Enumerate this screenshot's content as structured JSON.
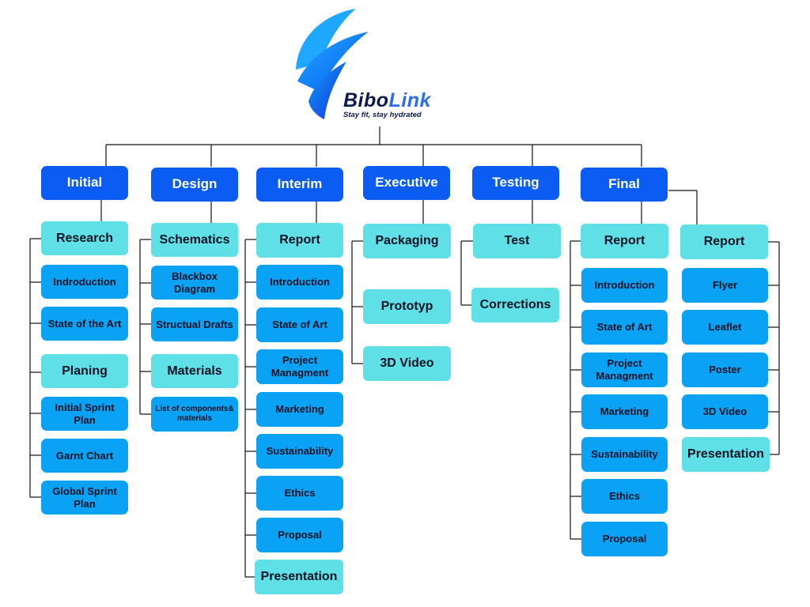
{
  "brand": {
    "name_part1": "Bibo",
    "name_part2": "Link",
    "tagline": "Stay fit, stay hydrated"
  },
  "phases": [
    {
      "label": "Initial",
      "items": [
        {
          "label": "Research",
          "kind": "sub"
        },
        {
          "label": "Indroduction",
          "kind": "leaf"
        },
        {
          "label": "State of the Art",
          "kind": "leaf"
        },
        {
          "label": "Planing",
          "kind": "sub"
        },
        {
          "label": "Initial Sprint Plan",
          "kind": "leaf"
        },
        {
          "label": "Garnt Chart",
          "kind": "leaf"
        },
        {
          "label": "Global Sprint Plan",
          "kind": "leaf"
        }
      ]
    },
    {
      "label": "Design",
      "items": [
        {
          "label": "Schematics",
          "kind": "sub"
        },
        {
          "label": "Blackbox Diagram",
          "kind": "leaf"
        },
        {
          "label": "Structual Drafts",
          "kind": "leaf"
        },
        {
          "label": "Materials",
          "kind": "sub"
        },
        {
          "label": "List of components& materials",
          "kind": "leaf"
        }
      ]
    },
    {
      "label": "Interim",
      "items": [
        {
          "label": "Report",
          "kind": "sub"
        },
        {
          "label": "Introduction",
          "kind": "leaf"
        },
        {
          "label": "State of Art",
          "kind": "leaf"
        },
        {
          "label": "Project Managment",
          "kind": "leaf"
        },
        {
          "label": "Marketing",
          "kind": "leaf"
        },
        {
          "label": "Sustainability",
          "kind": "leaf"
        },
        {
          "label": "Ethics",
          "kind": "leaf"
        },
        {
          "label": "Proposal",
          "kind": "leaf"
        },
        {
          "label": "Presentation",
          "kind": "sub"
        }
      ]
    },
    {
      "label": "Executive",
      "items": [
        {
          "label": "Packaging",
          "kind": "sub"
        },
        {
          "label": "Prototyp",
          "kind": "sub"
        },
        {
          "label": "3D Video",
          "kind": "sub"
        }
      ]
    },
    {
      "label": "Testing",
      "items": [
        {
          "label": "Test",
          "kind": "sub"
        },
        {
          "label": "Corrections",
          "kind": "sub"
        }
      ]
    },
    {
      "label": "Final",
      "items": [
        {
          "label": "Report",
          "kind": "sub"
        },
        {
          "label": "Introduction",
          "kind": "leaf"
        },
        {
          "label": "State of Art",
          "kind": "leaf"
        },
        {
          "label": "Project Managment",
          "kind": "leaf"
        },
        {
          "label": "Marketing",
          "kind": "leaf"
        },
        {
          "label": "Sustainability",
          "kind": "leaf"
        },
        {
          "label": "Ethics",
          "kind": "leaf"
        },
        {
          "label": "Proposal",
          "kind": "leaf"
        }
      ]
    },
    {
      "label": "",
      "items": [
        {
          "label": "Report",
          "kind": "sub"
        },
        {
          "label": "Flyer",
          "kind": "leaf"
        },
        {
          "label": "Leaflet",
          "kind": "leaf"
        },
        {
          "label": "Poster",
          "kind": "leaf"
        },
        {
          "label": "3D Video",
          "kind": "leaf"
        },
        {
          "label": "Presentation",
          "kind": "sub"
        }
      ]
    }
  ],
  "colors": {
    "phase": "#0a5cf2",
    "sub": "#5fe0e6",
    "leaf": "#0aa2f5"
  },
  "icons": [
    "bibolink-logo-icon"
  ]
}
